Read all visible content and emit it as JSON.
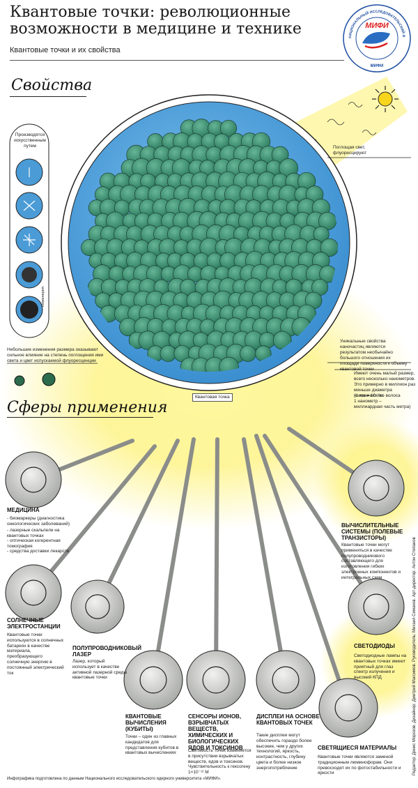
{
  "header": {
    "title": "Квантовые точки: революционные возможности в медицине и технике",
    "subtitle": "Квантовые точки и их свойства"
  },
  "logo": {
    "ring_text": "НАЦИОНАЛЬНЫЙ ИССЛЕДОВАТЕЛЬСКИЙ ЯДЕРНЫЙ УНИВЕРСИТЕТ",
    "brand": "МИФИ",
    "brand_small": "МИФИ"
  },
  "sections": {
    "properties": "Свойства",
    "applications": "Сферы применения"
  },
  "properties": {
    "artificial": "Производятся искусственным путем",
    "engineering": "Инженерия",
    "absorb": "Поглощая свет, флуоресцируют",
    "size_change": "Небольшие изменения размера оказывают сильное влияние на степень поглощения ими света и цвет испускаемой флуоресценции",
    "surface": "Уникальные свойства наночастиц являются результатом необычайно большого отношения их площади поверхности к объему квантовой точки",
    "small_size": "Имеют очень малый размер, всего несколько нанометров. Это примерно в миллион раз меньше диаметра человеческого волоса",
    "nano_def1": "(1 мм = 10⁻⁶м.",
    "nano_def2": "1 нанометр –",
    "nano_def3": "миллиардная часть метра)",
    "dot_label": "Квантовая точка"
  },
  "applications": {
    "medicine": {
      "title": "МЕДИЦИНА",
      "items": [
        "- биомаркеры (диагностика онкологических заболеваний)",
        "- лазерные скальпели на квантовых точках",
        "- оптическая когерентная томография",
        "- средства доставки лекарств"
      ]
    },
    "solar": {
      "title": "СОЛНЕЧНЫЕ ЭЛЕКТРОСТАНЦИИ",
      "body": "Квантовые точки используются в солнечных батареях в качестве материала, преобразующего солнечную энергию в постоянный электрический ток"
    },
    "laser": {
      "title": "ПОЛУПРОВОДНИКОВЫЙ ЛАЗЕР",
      "body": "Лазер, который использует в качестве активной лазерной среды квантовые точки"
    },
    "qubits": {
      "title": "КВАНТОВЫЕ ВЫЧИСЛЕНИЯ (КУБИТЫ)",
      "body": "Точки – один из главных кандидатов для представления кубитов в квантовых вычислениях"
    },
    "sensors": {
      "title": "СЕНСОРЫ ИОНОВ, ВЗРЫВЧАТЫХ ВЕЩЕСТВ, ХИМИЧЕСКИХ И БИОЛОГИЧЕСКИХ ЯДОВ И ТОКСИНОВ",
      "body": "Светимость точек изменяется в присутствии взрывчатых веществ, ядов и токсинов. Чувствительность к гексогену 1×10⁻¹² М"
    },
    "displays": {
      "title": "ДИСПЛЕИ НА ОСНОВЕ КВАНТОВЫХ ТОЧЕК",
      "body": "Такие дисплеи могут обеспечить гораздо более высокие, чем у других технологий, яркость, контрастность, глубину цвета и более низкое энергопотребление"
    },
    "computing": {
      "title": "ВЫЧИСЛИТЕЛЬНЫЕ СИСТЕМЫ (ПОЛЕВЫЕ ТРАНЗИСТОРЫ)",
      "body": "Квантовые точки могут применяться в качестве полупроводникового составляющего для изготовления гибких электронных компонентов и интегральных схем"
    },
    "leds": {
      "title": "СВЕТОДИОДЫ",
      "body": "Светодиодные лампы на квантовых точках имеют приятный для глаз спектр излучения и высокий КПД"
    },
    "glowing": {
      "title": "СВЕТЯЩИЕСЯ МАТЕРИАЛЫ",
      "body": "Квантовые точки являются заменой традиционным люминофорам. Они превосходят их по фотостабильности и яркости"
    }
  },
  "credits": {
    "source": "Инфографика подготовлена по данным Национального исследовательского ядерного университета «МИФИ».",
    "editors": "Редактор: Денис Морозов. Дизайнер: Дмитрий Максимов. Руководитель: Михаил Симаков. Арт-директор: Антон Степанов"
  },
  "colors": {
    "sphere_blue": "#4a9bd6",
    "dot_green": "#3d9a78",
    "glow_yellow": "#fdf27a",
    "ink": "#1a1a1a"
  }
}
